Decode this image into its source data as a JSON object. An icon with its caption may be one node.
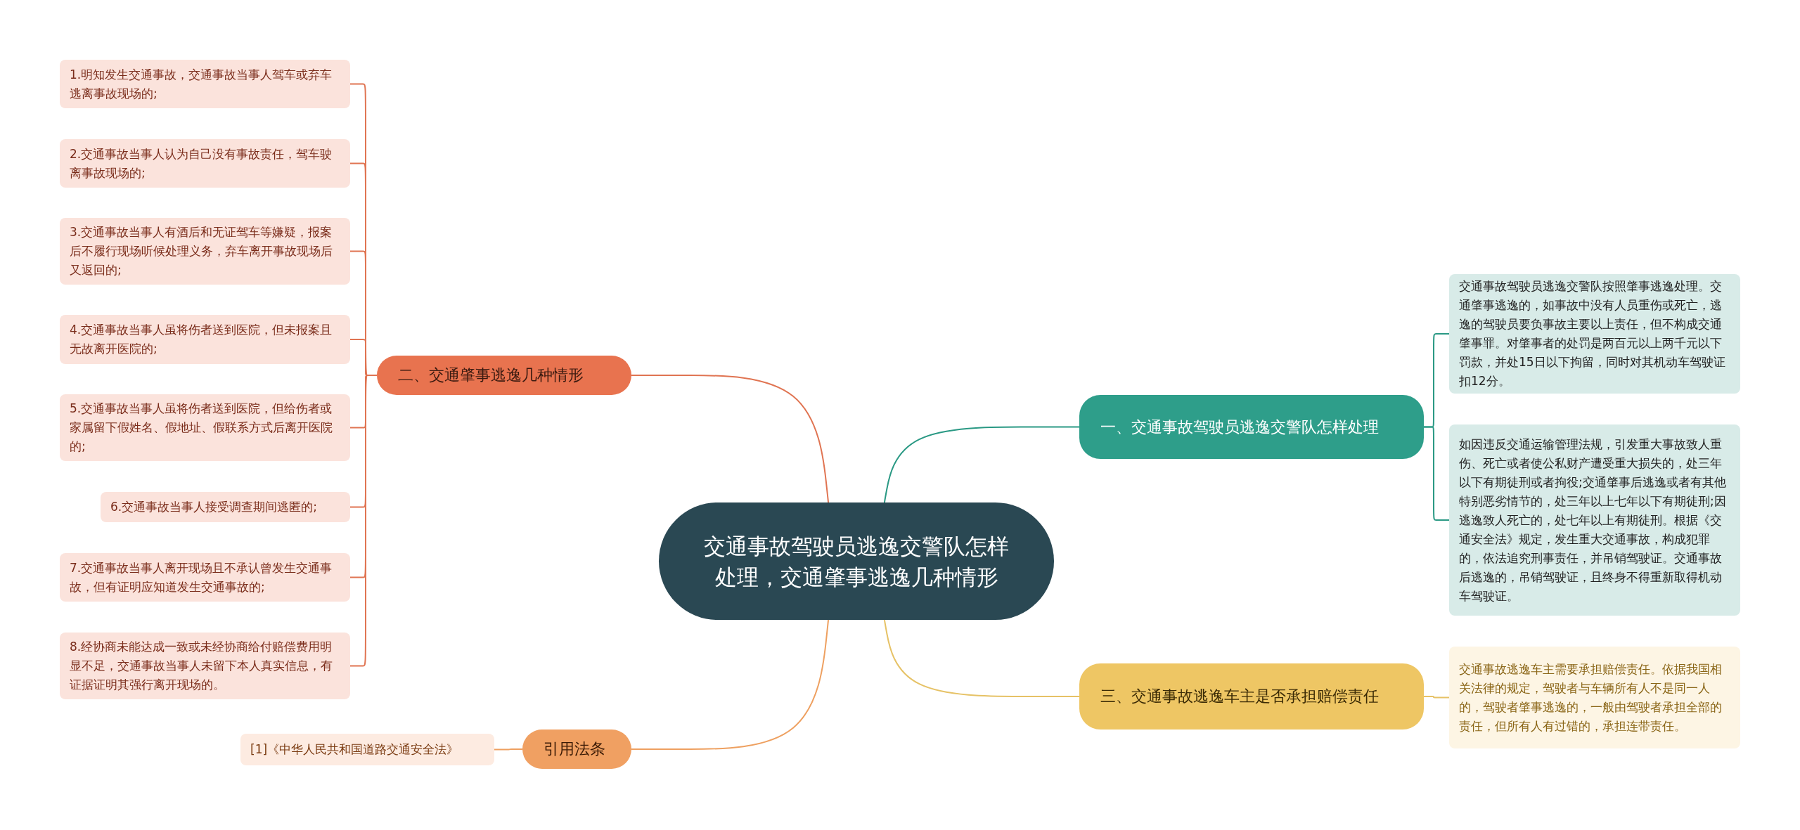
{
  "diagram": {
    "nodes": [
      {
        "text": [
          "交通事故驾驶员逃逸交警队怎样处理，交通肇事逃逸几种情形"
        ]
      },
      {
        "text": [
          "二、交通肇事逃逸几种情形"
        ]
      },
      {
        "text": [
          "1.明知发生交通事故，交通事故当事人驾车或弃车逃离事故现场的;"
        ]
      },
      {
        "text": [
          "2.交通事故当事人认为自己没有事故责任，驾车驶离事故现场的;"
        ]
      },
      {
        "text": [
          "3.交通事故当事人有酒后和无证驾车等嫌疑，报案后不履行现场听候处理义务，弃车离开事故现场后又返回的;"
        ]
      },
      {
        "text": [
          "4.交通事故当事人虽将伤者送到医院，但未报案且无故离开医院的;"
        ]
      },
      {
        "text": [
          "5.交通事故当事人虽将伤者送到医院，但给伤者或家属留下假姓名、假地址、假联系方式后离开医院的;"
        ]
      },
      {
        "text": [
          "6.交通事故当事人接受调查期间逃匿的;"
        ]
      },
      {
        "text": [
          "7.交通事故当事人离开现场且不承认曾发生交通事故，但有证明应知道发生交通事故的;"
        ]
      },
      {
        "text": [
          "8.经协商未能达成一致或未经协商给付赔偿费用明显不足，交通事故当事人未留下本人真实信息，有证据证明其强行离开现场的。"
        ]
      },
      {
        "text": [
          "一、交通事故驾驶员逃逸交警队怎样处理"
        ]
      },
      {
        "text": [
          "交通事故驾驶员逃逸交警队按照肇事逃逸处理。交通肇事逃逸的，如事故中没有人员重伤或死亡，逃逸的驾驶员要负事故主要以上责任，但不构成交通肇事罪。对肇事者的处罚是两百元以上两千元以下罚款，并处15日以下拘留，同时对其机动车驾驶证扣12分。"
        ]
      },
      {
        "text": [
          "如因违反交通运输管理法规，引发重大事故致人重伤、死亡或者使公私财产遭受重大损失的，处三年以下有期徒刑或者拘役;交通肇事后逃逸或者有其他特别恶劣情节的，处三年以上七年以下有期徒刑;因逃逸致人死亡的，处七年以上有期徒刑。根据《交通安全法》规定，发生重大交通事故，构成犯罪的，依法追究刑事责任，并吊销驾驶证。交通事故后逃逸的，吊销驾驶证，且终身不得重新取得机动车驾驶证。"
        ]
      },
      {
        "text": [
          "三、交通事故逃逸车主是否承担赔偿责任"
        ]
      },
      {
        "text": [
          "交通事故逃逸车主需要承担赔偿责任。依据我国相关法律的规定，驾驶者与车辆所有人不是同一人的，驾驶者肇事逃逸的，一般由驾驶者承担全部的责任，但所有人有过错的，承担连带责任。"
        ]
      },
      {
        "text": [
          "引用法条"
        ]
      },
      {
        "text": [
          "[1]《中华人民共和国道路交通安全法》"
        ]
      }
    ],
    "edges": [
      {
        "from": 0,
        "to": 1,
        "arrow": "none"
      },
      {
        "from": 1,
        "to": 2,
        "arrow": "none"
      },
      {
        "from": 1,
        "to": 3,
        "arrow": "none"
      },
      {
        "from": 1,
        "to": 4,
        "arrow": "none"
      },
      {
        "from": 1,
        "to": 5,
        "arrow": "none"
      },
      {
        "from": 1,
        "to": 6,
        "arrow": "none"
      },
      {
        "from": 1,
        "to": 7,
        "arrow": "none"
      },
      {
        "from": 1,
        "to": 8,
        "arrow": "none"
      },
      {
        "from": 1,
        "to": 9,
        "arrow": "none"
      },
      {
        "from": 0,
        "to": 10,
        "arrow": "none",
        "color": "#2a9984"
      },
      {
        "from": 10,
        "to": 11,
        "arrow": "none",
        "color": "#2a9984"
      },
      {
        "from": 10,
        "to": 12,
        "arrow": "none",
        "color": "#2a9984"
      },
      {
        "from": 0,
        "to": 13,
        "arrow": "none",
        "color": "#e6c266"
      },
      {
        "from": 13,
        "to": 14,
        "arrow": "none",
        "color": "#e6c266"
      },
      {
        "from": 0,
        "to": 15,
        "arrow": "none",
        "color": "#eea060"
      },
      {
        "from": 15,
        "to": 16,
        "arrow": "none",
        "color": "#eea060"
      }
    ]
  }
}
